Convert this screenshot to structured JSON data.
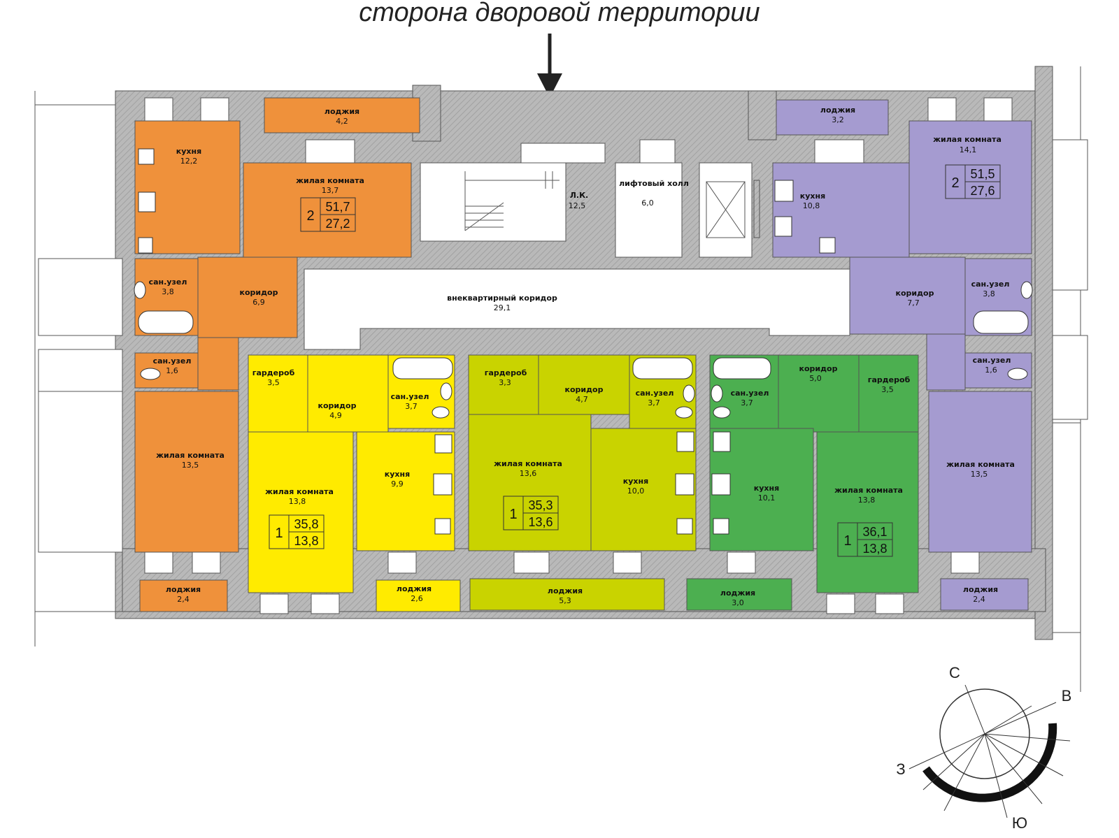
{
  "title": "сторона дворовой территории",
  "colors": {
    "orange": "#ef913b",
    "yellow": "#ffeb00",
    "lime": "#c9d300",
    "green": "#4caf50",
    "purple": "#a59bd0",
    "wall": "#b9b9b9",
    "outline": "#555555"
  },
  "apartments": {
    "a1": {
      "rooms": "2",
      "total": "51,7",
      "living": "27,2"
    },
    "a2": {
      "rooms": "1",
      "total": "35,8",
      "living": "13,8"
    },
    "a3": {
      "rooms": "1",
      "total": "35,3",
      "living": "13,6"
    },
    "a4": {
      "rooms": "1",
      "total": "36,1",
      "living": "13,8"
    },
    "a5": {
      "rooms": "2",
      "total": "51,5",
      "living": "27,6"
    }
  },
  "rooms": {
    "o_loggia_top": {
      "name": "лоджия",
      "area": "4,2"
    },
    "o_kitchen": {
      "name": "кухня",
      "area": "12,2"
    },
    "o_living1": {
      "name": "жилая комната",
      "area": "13,7"
    },
    "o_bath1": {
      "name": "сан.узел",
      "area": "3,8"
    },
    "o_corr": {
      "name": "коридор",
      "area": "6,9"
    },
    "o_bath2": {
      "name": "сан.узел",
      "area": "1,6"
    },
    "o_living2": {
      "name": "жилая комната",
      "area": "13,5"
    },
    "o_loggia_bot": {
      "name": "лоджия",
      "area": "2,4"
    },
    "stair": {
      "name": "Л.К.",
      "area": "12,5"
    },
    "lift": {
      "name": "лифтовый холл",
      "area": "6,0"
    },
    "ext_corr": {
      "name": "внеквартирный коридор",
      "area": "29,1"
    },
    "y_ward": {
      "name": "гардероб",
      "area": "3,5"
    },
    "y_corr": {
      "name": "коридор",
      "area": "4,9"
    },
    "y_bath": {
      "name": "сан.узел",
      "area": "3,7"
    },
    "y_living": {
      "name": "жилая комната",
      "area": "13,8"
    },
    "y_kitchen": {
      "name": "кухня",
      "area": "9,9"
    },
    "y_loggia": {
      "name": "лоджия",
      "area": "2,6"
    },
    "l_ward": {
      "name": "гардероб",
      "area": "3,3"
    },
    "l_corr": {
      "name": "коридор",
      "area": "4,7"
    },
    "l_bath": {
      "name": "сан.узел",
      "area": "3,7"
    },
    "l_living": {
      "name": "жилая комната",
      "area": "13,6"
    },
    "l_kitchen": {
      "name": "кухня",
      "area": "10,0"
    },
    "l_loggia": {
      "name": "лоджия",
      "area": "5,3"
    },
    "g_bath": {
      "name": "сан.узел",
      "area": "3,7"
    },
    "g_corr": {
      "name": "коридор",
      "area": "5,0"
    },
    "g_ward": {
      "name": "гардероб",
      "area": "3,5"
    },
    "g_kitchen": {
      "name": "кухня",
      "area": "10,1"
    },
    "g_living": {
      "name": "жилая комната",
      "area": "13,8"
    },
    "g_loggia": {
      "name": "лоджия",
      "area": "3,0"
    },
    "p_loggia_top": {
      "name": "лоджия",
      "area": "3,2"
    },
    "p_living1": {
      "name": "жилая комната",
      "area": "14,1"
    },
    "p_kitchen": {
      "name": "кухня",
      "area": "10,8"
    },
    "p_corr": {
      "name": "коридор",
      "area": "7,7"
    },
    "p_bath1": {
      "name": "сан.узел",
      "area": "3,8"
    },
    "p_bath2": {
      "name": "сан.узел",
      "area": "1,6"
    },
    "p_living2": {
      "name": "жилая комната",
      "area": "13,5"
    },
    "p_loggia_bot": {
      "name": "лоджия",
      "area": "2,4"
    }
  },
  "compass": {
    "n": "С",
    "e": "В",
    "w": "З",
    "s": "Ю"
  }
}
